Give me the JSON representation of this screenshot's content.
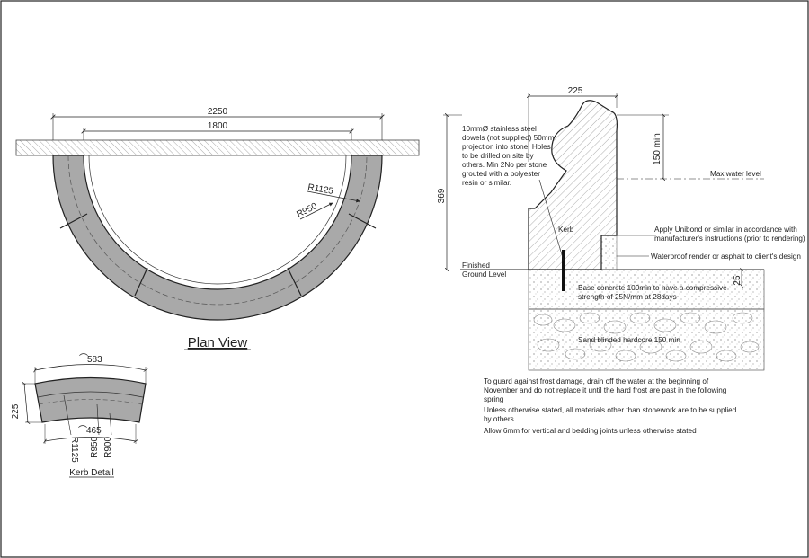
{
  "plan": {
    "dim_outer": "2250",
    "dim_inner": "1800",
    "r_outer": "R1125",
    "r_inner": "R950",
    "title": "Plan View"
  },
  "kerb": {
    "dim_top": "583",
    "dim_side": "225",
    "dim_bottom": "465",
    "r1": "R1125",
    "r2": "R950",
    "r3": "R900",
    "title": "Kerb Detail"
  },
  "section": {
    "dim_width": "225",
    "dim_height": "369",
    "dim_min": "150  min",
    "dim_25": "25",
    "max_water": "Max water level",
    "kerb_label": "Kerb",
    "finished_ground": [
      "Finished",
      "Ground Level"
    ],
    "dowels_note": [
      "10mmØ stainless steel",
      "dowels (not supplied) 50mm",
      "projection into stone. Holes",
      "to be drilled on site by",
      "others. Min 2No per stone",
      "grouted with a polyester",
      "resin or similar."
    ],
    "unibond_note": [
      "Apply Unibond or similar in accordance with",
      "manufacturer's instructions (prior to rendering)"
    ],
    "render_note": "Waterproof render or asphalt to client's design",
    "concrete_note": [
      "Base concrete 100min to have a compressive",
      "strength of 25N/mm at 28days"
    ],
    "hardcore_note": "Sand blinded hardcore 150 min"
  },
  "notes": {
    "frost": [
      "To guard against frost damage, drain off the water at the beginning of",
      "November and do not replace it until the hard frost are past in the following",
      "spring"
    ],
    "materials": [
      "Unless otherwise stated, all materials other than stonework are to be supplied",
      "by others."
    ],
    "joints": "Allow 6mm for vertical and bedding joints unless otherwise stated"
  }
}
